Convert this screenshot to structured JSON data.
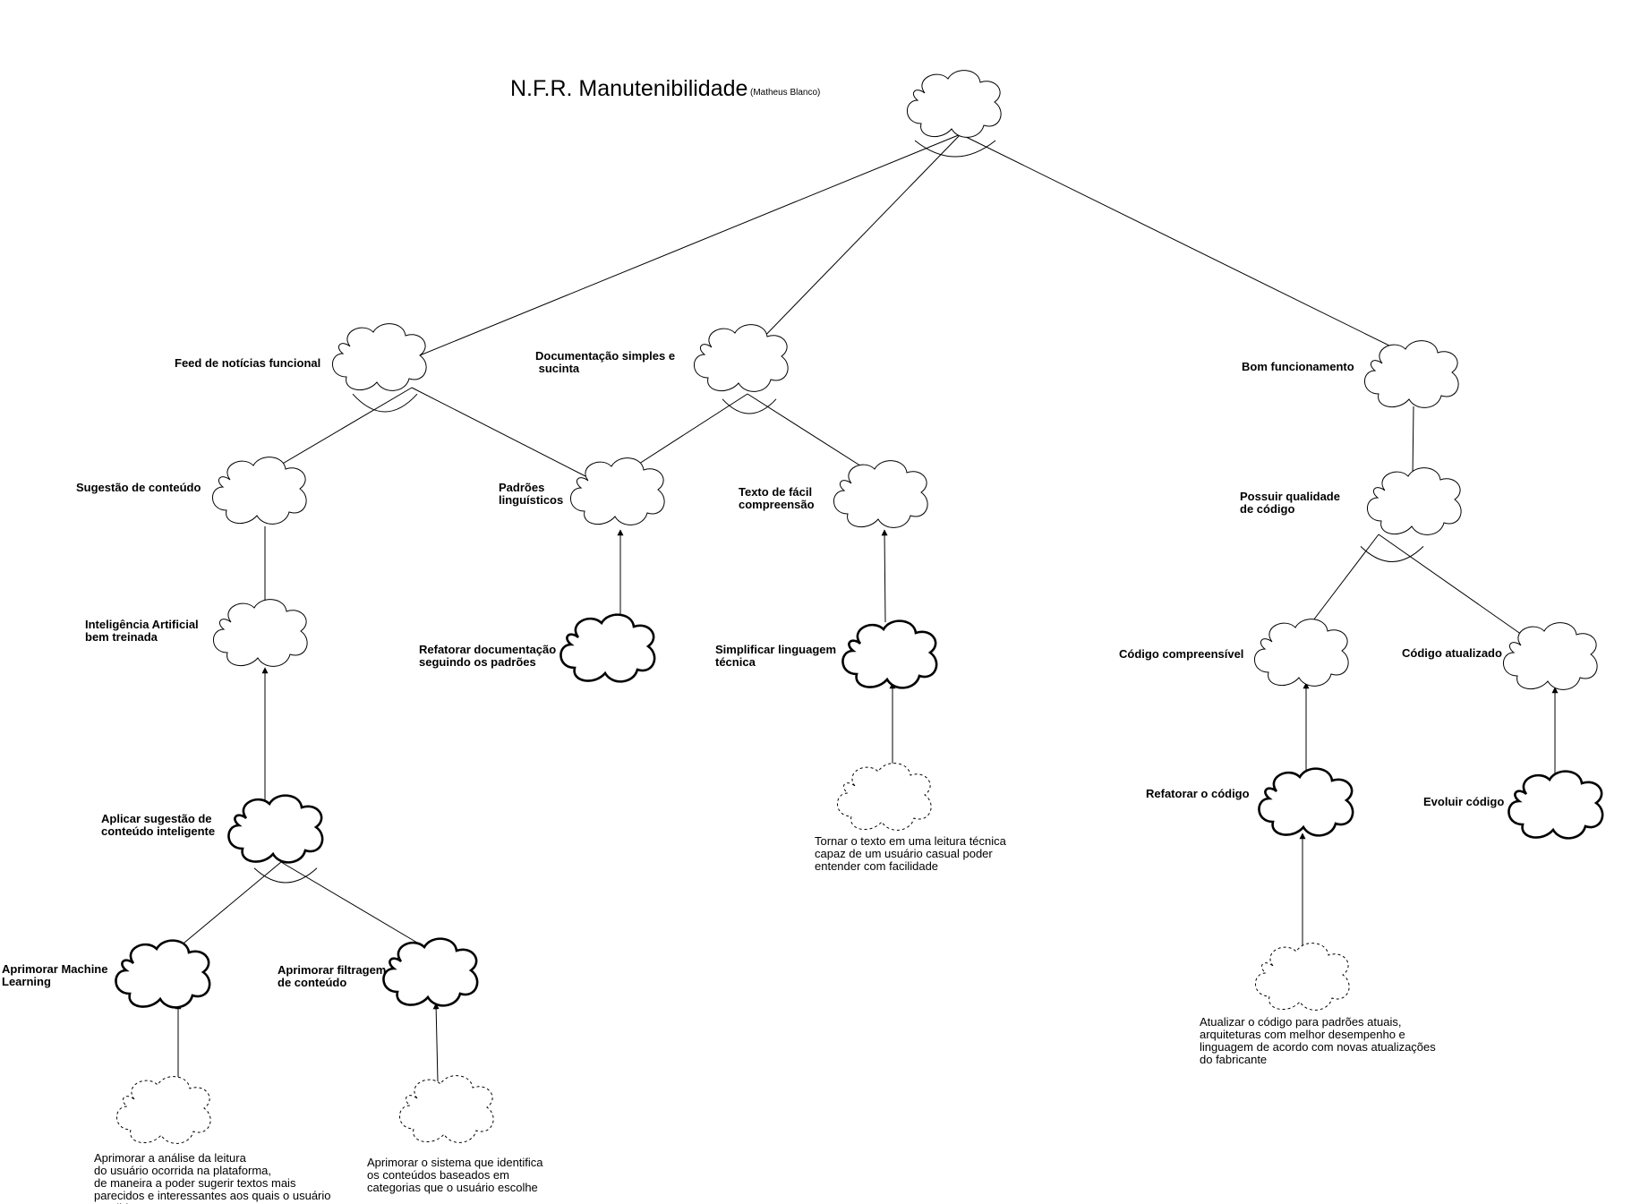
{
  "title": "N.F.R. Manutenibilidade",
  "author": "(Matheus Blanco)",
  "nodes": {
    "root": {
      "label": ""
    },
    "feed": {
      "label": "Feed de notícias funcional"
    },
    "doc": {
      "label": [
        "Documentação simples e",
        " sucinta"
      ]
    },
    "bom": {
      "label": "Bom funcionamento"
    },
    "sugestao": {
      "label": "Sugestão de conteúdo"
    },
    "padroes": {
      "label": [
        "Padrões",
        "linguísticos"
      ]
    },
    "texto": {
      "label": [
        "Texto de fácil",
        "compreensão"
      ]
    },
    "qualidade": {
      "label": [
        "Possuir qualidade",
        "de código"
      ]
    },
    "ia": {
      "label": [
        "Inteligência Artificial",
        "bem treinada"
      ]
    },
    "refdoc": {
      "label": [
        "Refatorar documentação",
        "seguindo os padrões"
      ]
    },
    "simplificar": {
      "label": [
        "Simplificar linguagem",
        "técnica"
      ]
    },
    "compreensivel": {
      "label": "Código compreensível"
    },
    "atualizado": {
      "label": "Código atualizado"
    },
    "aplicar": {
      "label": [
        "Aplicar sugestão de",
        "conteúdo inteligente"
      ]
    },
    "refcod": {
      "label": "Refatorar o código"
    },
    "evoluir": {
      "label": "Evoluir código"
    },
    "ml": {
      "label": [
        "Aprimorar Machine",
        "Learning"
      ]
    },
    "filtragem": {
      "label": [
        "Aprimorar filtragem",
        "de conteúdo"
      ]
    },
    "claim_texto": {
      "label": [
        "Tornar o texto em uma leitura técnica",
        "capaz de um usuário casual poder",
        "entender com facilidade"
      ]
    },
    "claim_refcod": {
      "label": [
        "Atualizar o código para padrões atuais,",
        "arquiteturas com melhor desempenho e",
        "linguagem de acordo com novas atualizações",
        "do fabricante"
      ]
    },
    "claim_ml": {
      "label": [
        "Aprimorar a análise da leitura",
        "do usuário ocorrida na plataforma,",
        "de maneira a poder sugerir textos mais",
        "parecidos e interessantes aos quais o usuário",
        "tem lido"
      ]
    },
    "claim_filtragem": {
      "label": [
        "Aprimorar o sistema que identifica",
        "os conteúdos baseados em",
        "categorias que o usuário escolhe"
      ]
    }
  }
}
